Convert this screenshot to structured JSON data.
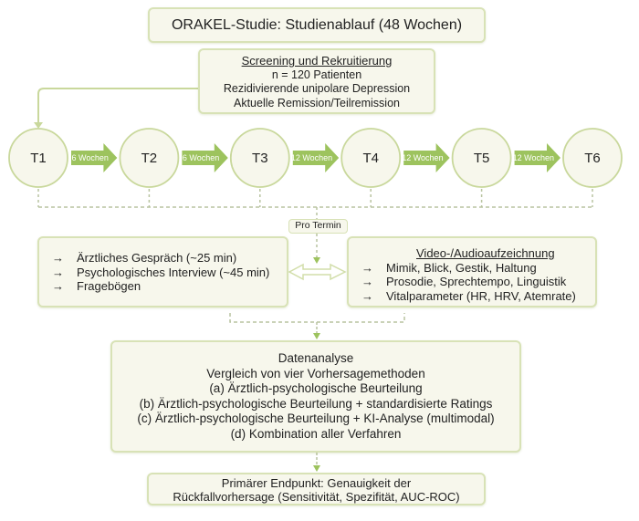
{
  "title": "ORAKEL-Studie: Studienablauf (48 Wochen)",
  "screening": {
    "heading": "Screening und Rekruitierung",
    "lines": [
      "n = 120 Patienten",
      "Rezidivierende unipolare Depression",
      "Aktuelle Remission/Teilremission"
    ]
  },
  "timepoints": [
    {
      "label": "T1"
    },
    {
      "label": "T2"
    },
    {
      "label": "T3"
    },
    {
      "label": "T4"
    },
    {
      "label": "T5"
    },
    {
      "label": "T6"
    }
  ],
  "intervals": [
    "6 Wochen",
    "6 Wochen",
    "12 Wochen",
    "12 Wochen",
    "12 Wochen"
  ],
  "per_visit_label": "Pro Termin",
  "bullet_glyph": "→",
  "clinical_box": {
    "items": [
      "Ärztliches Gespräch (~25 min)",
      "Psychologisches Interview (~45 min)",
      "Fragebögen"
    ]
  },
  "recording_box": {
    "heading": "Video-/Audioaufzeichnung",
    "items": [
      "Mimik, Blick, Gestik, Haltung",
      "Prosodie, Sprechtempo, Linguistik",
      "Vitalparameter (HR, HRV, Atemrate)"
    ]
  },
  "analysis": {
    "heading": "Datenanalyse",
    "subheading": "Vergleich von vier Vorhersagemethoden",
    "methods": [
      "(a) Ärztlich-psychologische Beurteilung",
      "(b) Ärztlich-psychologische Beurteilung + standardisierte Ratings",
      "(c) Ärztlich-psychologische Beurteilung + KI-Analyse (multimodal)",
      "(d) Kombination aller Verfahren"
    ]
  },
  "endpoint": {
    "line1": "Primärer Endpunkt: Genauigkeit der",
    "line2": "Rückfallvorhersage (Sensitivität, Spezifität, AUC-ROC)"
  },
  "colors": {
    "box_fill": "#f7f7ec",
    "box_border": "#d8e2b6",
    "arrow_fill": "#9dc35e",
    "connector": "#c9d89c",
    "dash": "#b9c4a0"
  }
}
